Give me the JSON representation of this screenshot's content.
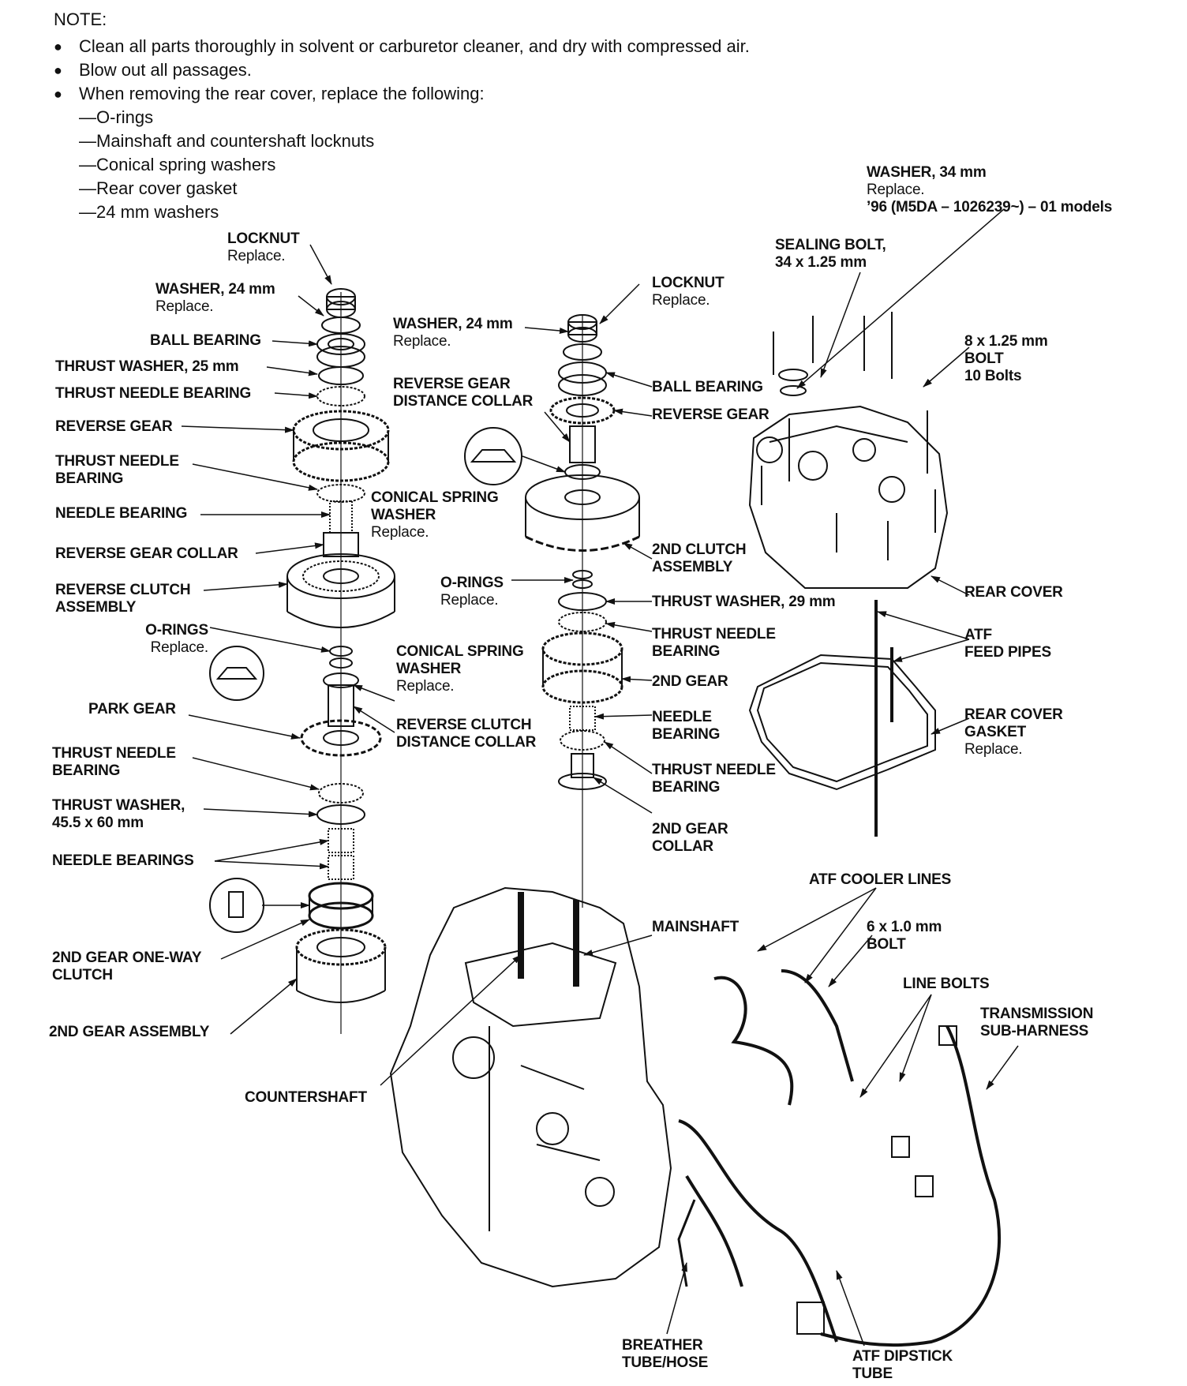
{
  "note": {
    "title": "NOTE:",
    "items": [
      "Clean all parts thoroughly in solvent or carburetor cleaner, and dry with compressed air.",
      "Blow out all passages.",
      "When removing the rear cover, replace the following:"
    ],
    "subitems": [
      "O-rings",
      "Mainshaft and countershaft locknuts",
      "Conical spring washers",
      "Rear cover gasket",
      "24 mm washers"
    ]
  },
  "labels": {
    "locknut_l": {
      "title": "LOCKNUT",
      "sub": "Replace."
    },
    "washer24_l": {
      "title": "WASHER, 24 mm",
      "sub": "Replace."
    },
    "ball_bearing_l": {
      "title": "BALL BEARING"
    },
    "thrust_washer_25": {
      "title": "THRUST WASHER, 25 mm"
    },
    "thrust_needle_l1": {
      "title": "THRUST NEEDLE BEARING"
    },
    "reverse_gear_l": {
      "title": "REVERSE GEAR"
    },
    "thrust_needle_l2": {
      "title": "THRUST NEEDLE",
      "title2": "BEARING"
    },
    "needle_bearing_l": {
      "title": "NEEDLE BEARING"
    },
    "reverse_gear_collar": {
      "title": "REVERSE GEAR COLLAR"
    },
    "reverse_clutch": {
      "title": "REVERSE CLUTCH",
      "title2": "ASSEMBLY"
    },
    "orings_l": {
      "title": "O-RINGS",
      "sub": "Replace."
    },
    "park_gear": {
      "title": "PARK GEAR"
    },
    "thrust_needle_l3": {
      "title": "THRUST NEEDLE",
      "title2": "BEARING"
    },
    "thrust_washer_455": {
      "title": "THRUST WASHER,",
      "title2": "45.5 x 60 mm"
    },
    "needle_bearings": {
      "title": "NEEDLE BEARINGS"
    },
    "one_way_clutch": {
      "title": "2ND GEAR ONE-WAY",
      "title2": "CLUTCH"
    },
    "gear2_assembly": {
      "title": "2ND GEAR ASSEMBLY"
    },
    "conical_c1": {
      "title": "CONICAL SPRING",
      "title2": "WASHER",
      "sub": "Replace."
    },
    "conical_c2": {
      "title": "CONICAL SPRING",
      "title2": "WASHER",
      "sub": "Replace."
    },
    "rev_clutch_collar": {
      "title": "REVERSE CLUTCH",
      "title2": "DISTANCE COLLAR"
    },
    "washer24_c": {
      "title": "WASHER, 24 mm",
      "sub": "Replace."
    },
    "rev_gear_collar_c": {
      "title": "REVERSE GEAR",
      "title2": "DISTANCE COLLAR"
    },
    "locknut_c": {
      "title": "LOCKNUT",
      "sub": "Replace."
    },
    "ball_bearing_c": {
      "title": "BALL BEARING"
    },
    "reverse_gear_c": {
      "title": "REVERSE GEAR"
    },
    "clutch2": {
      "title": "2ND CLUTCH",
      "title2": "ASSEMBLY"
    },
    "orings_c": {
      "title": "O-RINGS",
      "sub": "Replace."
    },
    "thrust_washer_29": {
      "title": "THRUST WASHER, 29 mm"
    },
    "thrust_needle_c1": {
      "title": "THRUST NEEDLE",
      "title2": "BEARING"
    },
    "gear2": {
      "title": "2ND GEAR"
    },
    "needle_bearing_c": {
      "title": "NEEDLE",
      "title2": "BEARING"
    },
    "thrust_needle_c2": {
      "title": "THRUST NEEDLE",
      "title2": "BEARING"
    },
    "gear2_collar": {
      "title": "2ND GEAR",
      "title2": "COLLAR"
    },
    "mainshaft": {
      "title": "MAINSHAFT"
    },
    "countershaft": {
      "title": "COUNTERSHAFT"
    },
    "washer34": {
      "title": "WASHER, 34 mm",
      "sub": "Replace.",
      "sub2": "’96 (M5DA – 1026239~) – 01 models"
    },
    "sealing_bolt": {
      "title": "SEALING BOLT,",
      "title2": "34 x 1.25 mm"
    },
    "bolt_8": {
      "title": "8 x 1.25 mm",
      "title2": "BOLT",
      "title3": "10 Bolts"
    },
    "rear_cover": {
      "title": "REAR COVER"
    },
    "atf_feed": {
      "title": "ATF",
      "title2": "FEED PIPES"
    },
    "rear_gasket": {
      "title": "REAR COVER",
      "title2": "GASKET",
      "sub": "Replace."
    },
    "atf_cooler": {
      "title": "ATF COOLER LINES"
    },
    "bolt_6": {
      "title": "6 x 1.0 mm",
      "title2": "BOLT"
    },
    "line_bolts": {
      "title": "LINE BOLTS"
    },
    "sub_harness": {
      "title": "TRANSMISSION",
      "title2": "SUB-HARNESS"
    },
    "breather": {
      "title": "BREATHER",
      "title2": "TUBE/HOSE"
    },
    "dipstick": {
      "title": "ATF DIPSTICK",
      "title2": "TUBE"
    }
  }
}
